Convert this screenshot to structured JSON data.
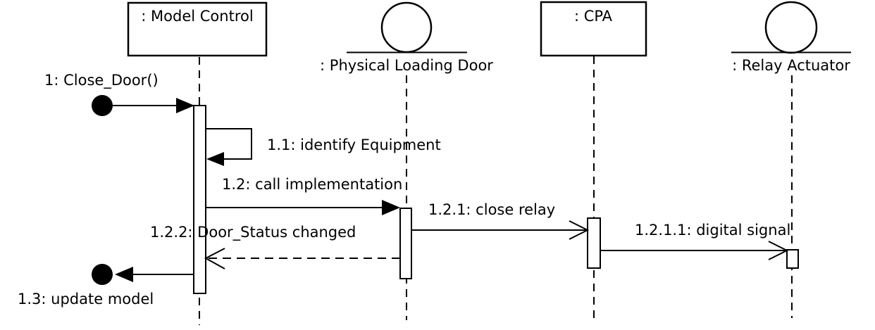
{
  "diagram": {
    "type": "uml-sequence-diagram",
    "colors": {
      "background": "#ffffff",
      "stroke": "#000000",
      "text": "#000000"
    },
    "lifelines": [
      {
        "name": "model-control",
        "label": ": Model Control",
        "head": "object-box"
      },
      {
        "name": "physical-loading-door",
        "label": ": Physical Loading Door",
        "head": "entity-circle"
      },
      {
        "name": "cpa",
        "label": ": CPA",
        "head": "object-box"
      },
      {
        "name": "relay-actuator",
        "label": ": Relay Actuator",
        "head": "entity-circle"
      }
    ],
    "messages": [
      {
        "seq": "1",
        "label": "1: Close_Door()",
        "from": "found-message-endpoint",
        "to": "model-control",
        "kind": "synchronous-call-filled-arrow"
      },
      {
        "seq": "1.1",
        "label": "1.1: identify Equipment",
        "from": "model-control",
        "to": "model-control",
        "kind": "self-call-filled-arrow"
      },
      {
        "seq": "1.2",
        "label": "1.2: call implementation",
        "from": "model-control",
        "to": "physical-loading-door",
        "kind": "synchronous-call-filled-arrow"
      },
      {
        "seq": "1.2.1",
        "label": "1.2.1: close relay",
        "from": "physical-loading-door",
        "to": "cpa",
        "kind": "asynchronous-call-open-arrow"
      },
      {
        "seq": "1.2.1.1",
        "label": "1.2.1.1: digital signal",
        "from": "cpa",
        "to": "relay-actuator",
        "kind": "asynchronous-call-open-arrow"
      },
      {
        "seq": "1.2.2",
        "label": "1.2.2: Door_Status changed",
        "from": "physical-loading-door",
        "to": "model-control",
        "kind": "return-dashed-open-arrow"
      },
      {
        "seq": "1.3",
        "label": "1.3: update model",
        "from": "model-control",
        "to": "lost-message-endpoint",
        "kind": "call-filled-arrow"
      }
    ]
  }
}
